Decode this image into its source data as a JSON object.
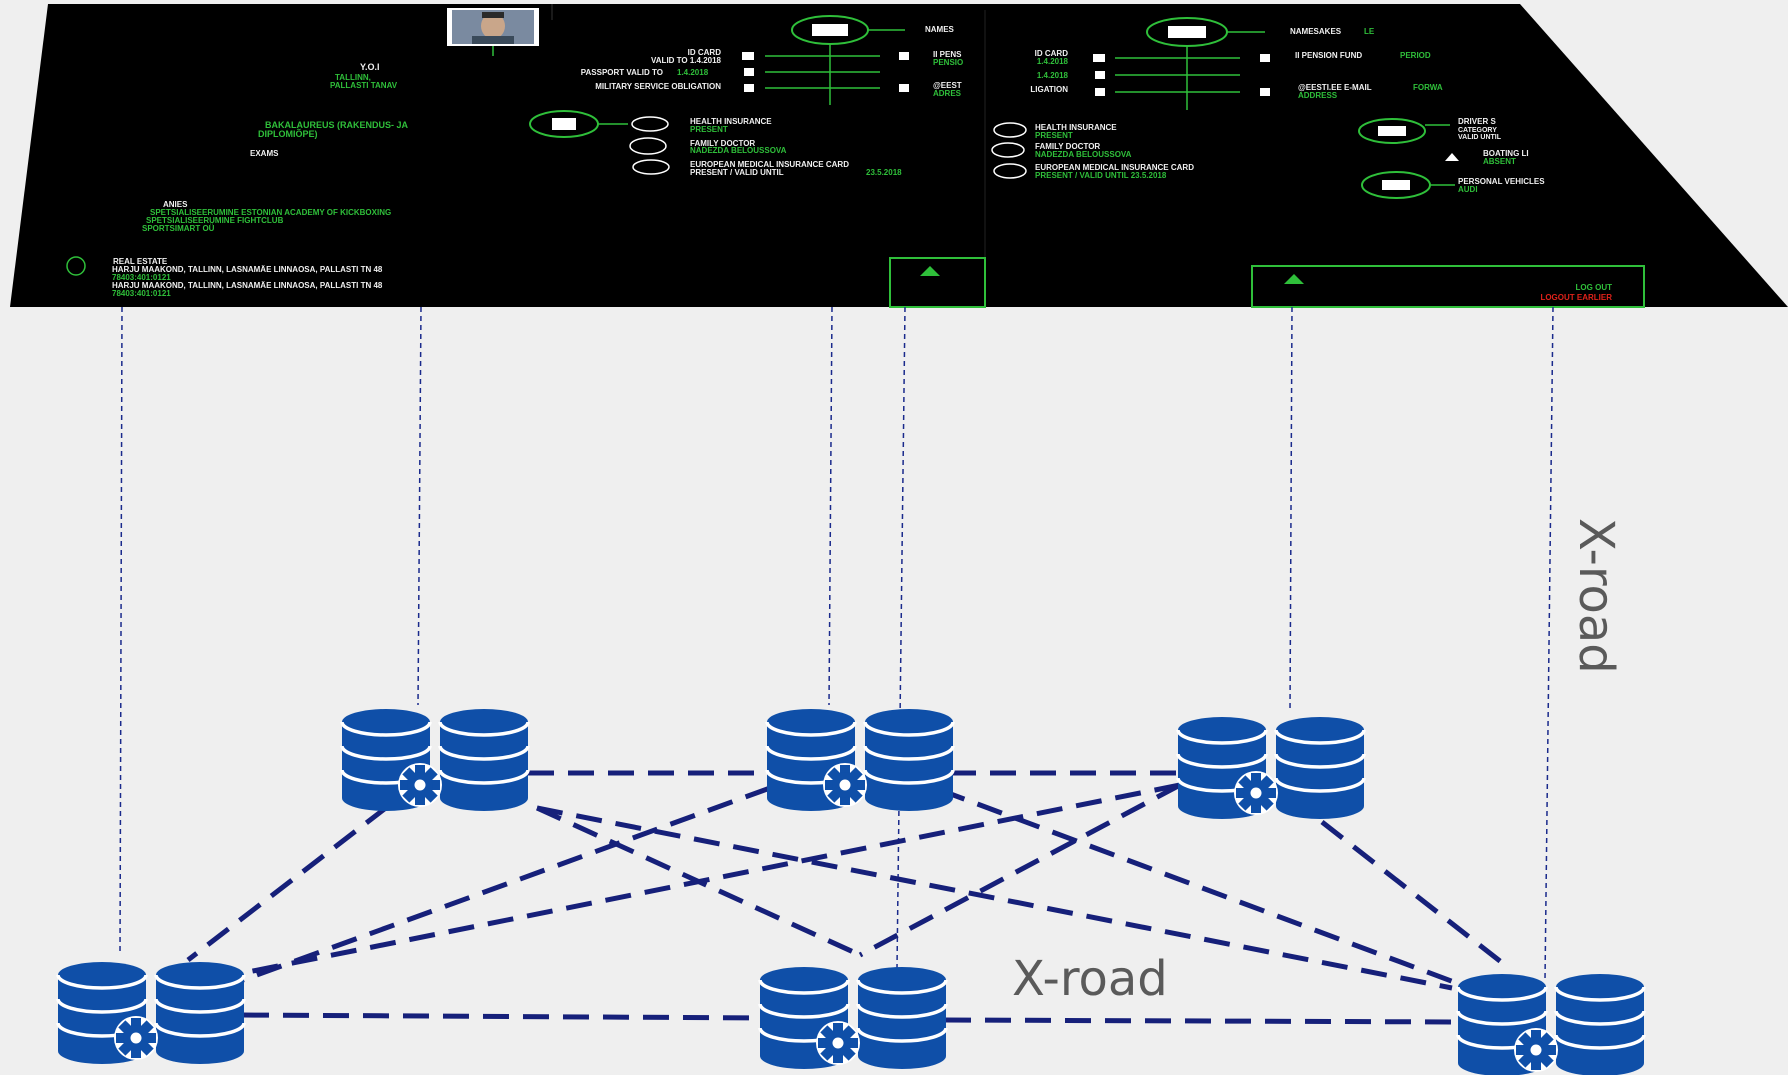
{
  "labels": {
    "xroad_vertical": "X-road",
    "xroad_center": "X-road"
  },
  "colors": {
    "background": "#efefef",
    "db_blue": "#0f4fa8",
    "link_dark_blue": "#16207a",
    "screen_bg": "#000000",
    "screen_green": "#2fbf3a",
    "screen_red": "#e0221a"
  },
  "screen": {
    "left": {
      "bio_header": "Y.O.I",
      "bio_lines": [
        "TALLINN,",
        "PALLASTI TANAV"
      ],
      "education_lines": [
        "BAKALAUREUS (RAKENDUS- JA",
        "DIPLOMIÕPE)"
      ],
      "exams_label": "EXAMS",
      "activities_header": "ANIES",
      "activities_lines": [
        "SPETSIALISEERUMINE ESTONIAN ACADEMY OF KICKBOXING",
        "SPETSIALISEERUMINE FIGHTCLUB",
        "SPORTSIMART OÜ"
      ],
      "real_estate_header": "REAL ESTATE",
      "real_estate_lines": [
        "HARJU MAAKOND, TALLINN, LASNAMÄE LINNAOSA, PALLASTI TN 48",
        "78403:401:0121",
        "HARJU MAAKOND, TALLINN, LASNAMÄE LINNAOSA, PALLASTI TN 48",
        "78403:401:0121"
      ],
      "id_card_label": "ID CARD",
      "id_card_valid": "VALID TO 1.4.2018",
      "passport_label": "PASSPORT VALID TO",
      "passport_value": "1.4.2018",
      "military_label": "MILITARY SERVICE OBLIGATION",
      "names_label": "NAMES",
      "pension_label": "II PENS",
      "pension_value": "PENSIO",
      "eesti_label": "@EEST",
      "eesti_value": "ADRES",
      "health_header": "HEALTH INSURANCE",
      "health_value": "PRESENT",
      "family_header": "FAMILY DOCTOR",
      "family_value": "NADEZDA BELOUSSOVA",
      "eu_header": "EUROPEAN MEDICAL INSURANCE CARD",
      "eu_value_prefix": "PRESENT / VALID UNTIL",
      "eu_value_date": "23.5.2018"
    },
    "right": {
      "id_card_label": "ID CARD",
      "id_card_value": "1.4.2018",
      "valid_value": "1.4.2018",
      "military_label": "LIGATION",
      "namesakes_label": "NAMESAKES",
      "namesakes_value": "LE",
      "pension_label": "II PENSION FUND",
      "pension_value": "PERIOD",
      "email_label": "@EESTI.EE E-MAIL",
      "email_value": "FORWA",
      "email_sub": "ADDRESS",
      "health_header": "HEALTH INSURANCE",
      "health_value": "PRESENT",
      "family_header": "FAMILY DOCTOR",
      "family_value": "NADEZDA BELOUSSOVA",
      "eu_header": "EUROPEAN MEDICAL INSURANCE CARD",
      "eu_value": "PRESENT / VALID UNTIL 23.5.2018",
      "driver_header": "DRIVER S",
      "driver_lines": [
        "CATEGORY",
        "VALID UNTIL"
      ],
      "boating_header": "BOATING LI",
      "boating_value": "ABSENT",
      "vehicles_header": "PERSONAL VEHICLES",
      "vehicles_value": "AUDI",
      "logout_green": "LOG OUT",
      "logout_red": "LOGOUT EARLIER"
    }
  }
}
